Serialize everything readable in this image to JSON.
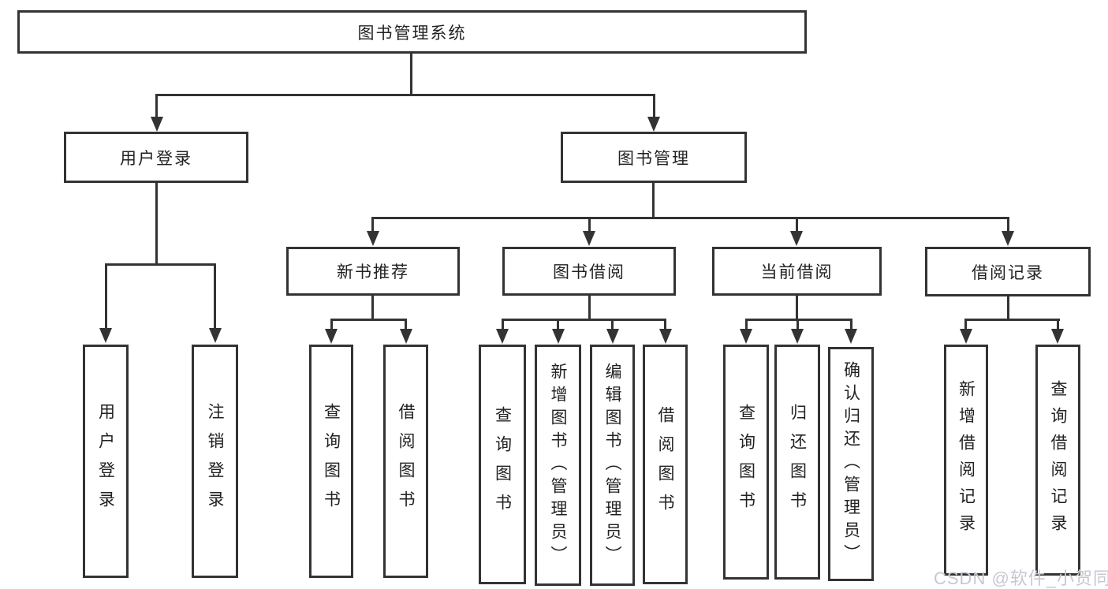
{
  "diagram": {
    "root": "图书管理系统",
    "branches": [
      {
        "label": "用户登录",
        "children": [
          "用户登录",
          "注销登录"
        ]
      },
      {
        "label": "图书管理",
        "children": [
          {
            "label": "新书推荐",
            "children": [
              "查询图书",
              "借阅图书"
            ]
          },
          {
            "label": "图书借阅",
            "children": [
              "查询图书",
              "新增图书（管理员）",
              "编辑图书（管理员）",
              "借阅图书"
            ]
          },
          {
            "label": "当前借阅",
            "children": [
              "查询图书",
              "归还图书",
              "确认归还（管理员）"
            ]
          },
          {
            "label": "借阅记录",
            "children": [
              "新增借阅记录",
              "查询借阅记录"
            ]
          }
        ]
      }
    ]
  },
  "colors": {
    "line": "#333333",
    "text": "#222222",
    "watermark": "#c7c7d1",
    "background": "#ffffff"
  },
  "watermark": {
    "text": "CSDN @软件_小贺同学"
  }
}
